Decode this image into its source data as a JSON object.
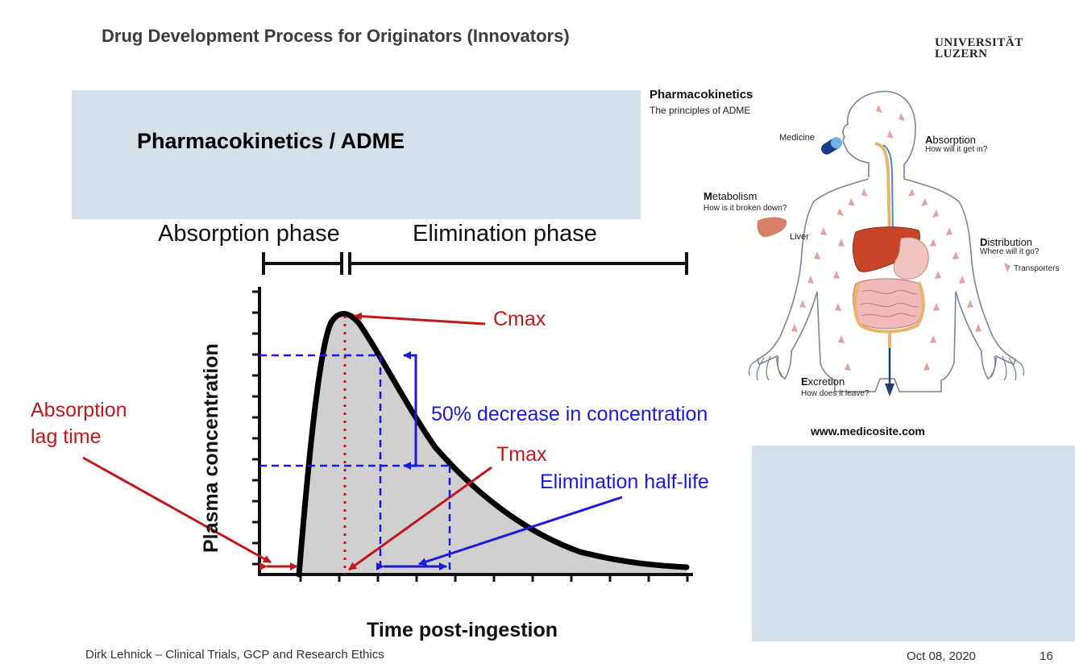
{
  "slide": {
    "title": "Drug Development Process for Originators (Innovators)",
    "university_line1": "UNIVERSITÄT",
    "university_line2": "LUZERN",
    "topic": "Pharmacokinetics / ADME",
    "footer_left": "Dirk Lehnick – Clinical Trials, GCP and Research Ethics",
    "footer_date": "Oct 08, 2020",
    "page_number": "16"
  },
  "pk_diagram": {
    "phase_absorption": "Absorption phase",
    "phase_elimination": "Elimination phase",
    "y_axis_label": "Plasma concentration",
    "x_axis_label": "Time post-ingestion",
    "lag_label_1": "Absorption",
    "lag_label_2": "lag time",
    "cmax_label": "Cmax",
    "tmax_label": "Tmax",
    "decrease_label": "50% decrease in concentration",
    "half_life_label": "Elimination half-life",
    "colors": {
      "annotation_red": "#c0191c",
      "annotation_blue": "#1a1adc",
      "curve_fill": "#d0d0d0"
    }
  },
  "adme_panel": {
    "title": "Pharmacokinetics",
    "subtitle": "The principles of ADME",
    "medicine": "Medicine",
    "absorption_initial": "A",
    "absorption_rest": "bsorption",
    "absorption_q": "How will it get in?",
    "metabolism_initial": "M",
    "metabolism_rest": "etabolism",
    "metabolism_q": "How is it broken down?",
    "liver": "Liver",
    "distribution_initial": "D",
    "distribution_rest": "istribution",
    "distribution_q": "Where will it go?",
    "transporters": "Transporters",
    "excretion_initial": "E",
    "excretion_rest": "xcretion",
    "excretion_q": "How does it leave?",
    "source": "www.medicosite.com"
  }
}
